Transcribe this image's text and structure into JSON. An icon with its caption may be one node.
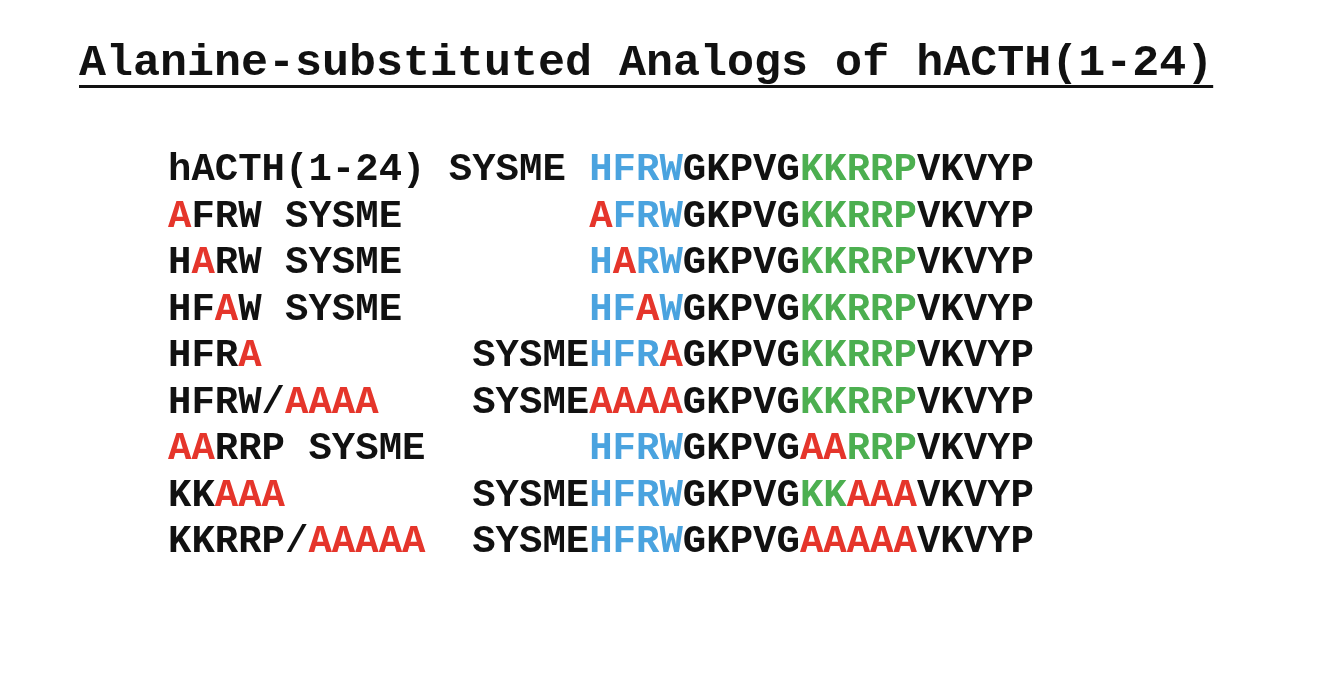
{
  "diagram": {
    "title": "Alanine-substituted Analogs of hACTH(1-24)",
    "labels": [
      "hACTH(1-24)",
      "SYSME HFRWGKPVGKKRRPVKVYP",
      "AFRW SYSME",
      "AFRWGKPVGKKRRPVKVYP",
      "HARW SYSME",
      "HARWGKPVGKKRRPVKVYP",
      "HFAW SYSME",
      "HFAWGKPVGKKRRPVKVYP",
      "HFRA",
      "SYSMEHFRAGKPVGKKRRPVKVYP",
      "HFRW/AAAA",
      "SYSMEAAAAGKPVGKKRRPVKVYP",
      "AARRP SYSME",
      "HFRWGKPVGAARRPVKVYP",
      "KKAAA",
      "SYSMEHFRWGKPVGKKAAAVKVYP",
      "KKRRP/AAAAA",
      "SYSMEHFRWGKPVGAAAAAVKVYP"
    ]
  }
}
